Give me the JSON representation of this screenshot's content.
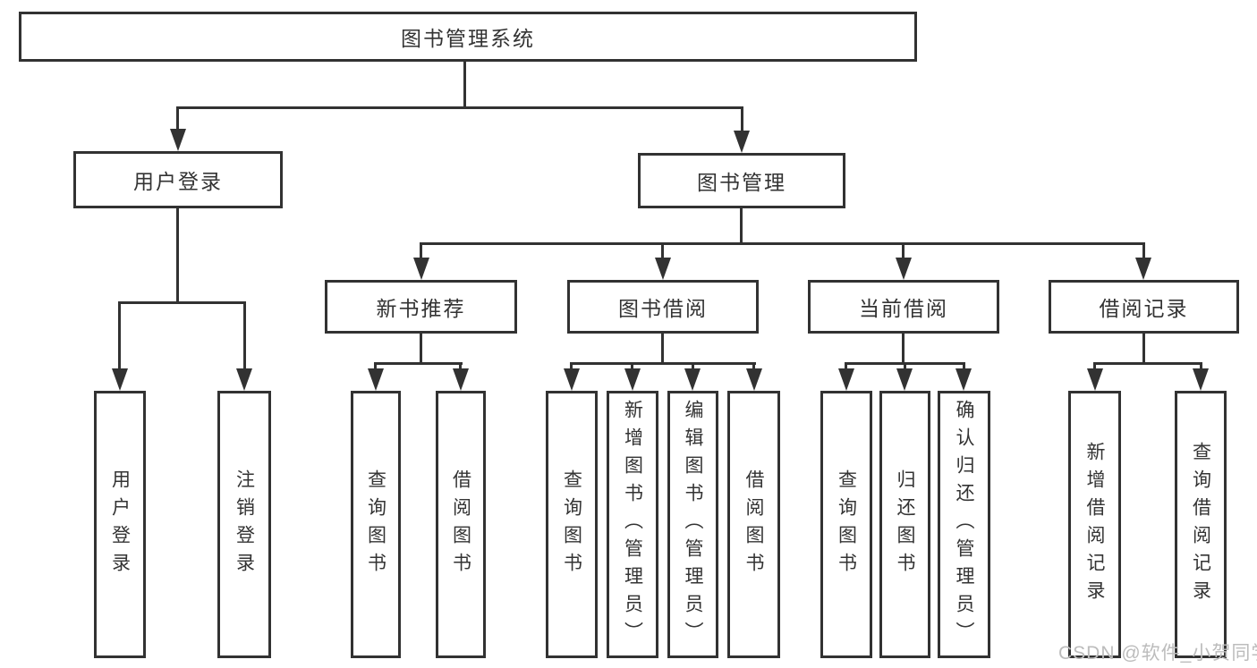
{
  "diagram": {
    "root": {
      "label": "图书管理系统"
    },
    "level2": [
      {
        "label": "用户登录",
        "children": [
          "用户登录",
          "注销登录"
        ]
      },
      {
        "label": "图书管理"
      }
    ],
    "level3": [
      {
        "label": "新书推荐",
        "children": [
          "查询图书",
          "借阅图书"
        ]
      },
      {
        "label": "图书借阅",
        "children": [
          "查询图书",
          "新增图书（管理员）",
          "编辑图书（管理员）",
          "借阅图书"
        ]
      },
      {
        "label": "当前借阅",
        "children": [
          "查询图书",
          "归还图书",
          "确认归还（管理员）"
        ]
      },
      {
        "label": "借阅记录",
        "children": [
          "新增借阅记录",
          "查询借阅记录"
        ]
      }
    ],
    "colors": {
      "line": "#323232",
      "text": "#333333",
      "watermark": "#bcbcbc"
    },
    "watermark": "CSDN @软件_小贺同学"
  }
}
